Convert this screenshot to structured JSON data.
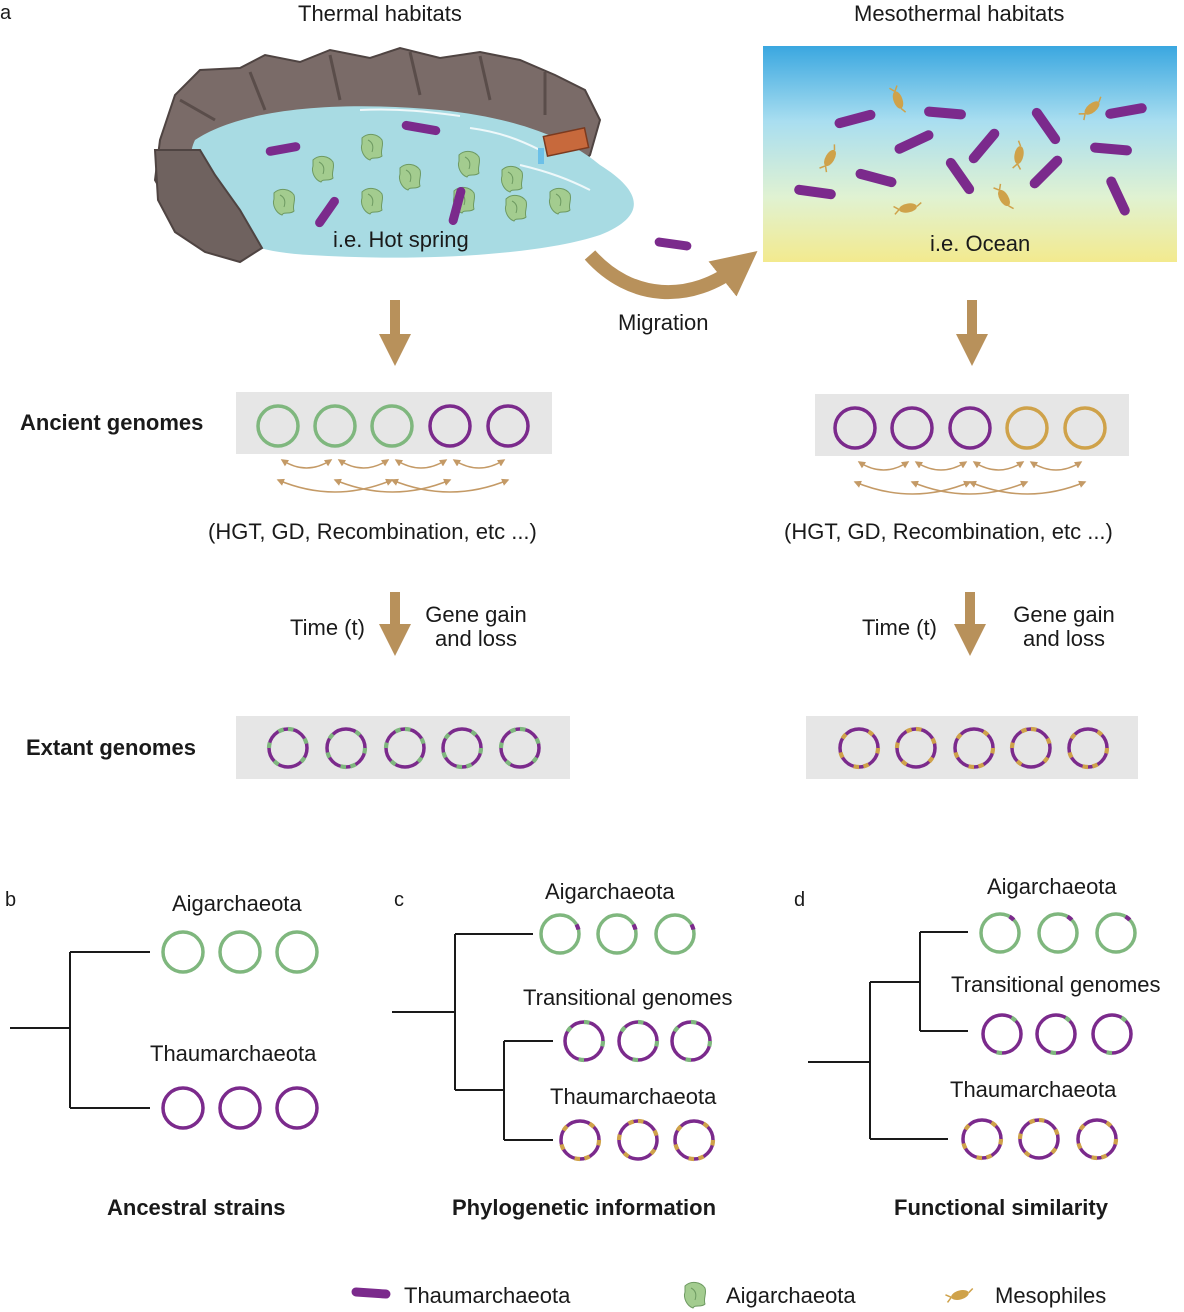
{
  "panel_letters": {
    "a": "a",
    "b": "b",
    "c": "c",
    "d": "d"
  },
  "panel_a": {
    "thermal_title": "Thermal habitats",
    "mesothermal_title": "Mesothermal habitats",
    "hot_spring": "i.e. Hot spring",
    "ocean": "i.e. Ocean",
    "migration": "Migration",
    "ancient_genomes": "Ancient genomes",
    "extant_genomes": "Extant genomes",
    "processes_left": "(HGT, GD, Recombination, etc ...)",
    "processes_right": "(HGT, GD, Recombination, etc ...)",
    "time_left": "Time (t)",
    "time_right": "Time (t)",
    "gene_gain_left": [
      "Gene gain",
      "and loss"
    ],
    "gene_gain_right": [
      "Gene gain",
      "and loss"
    ]
  },
  "panel_b": {
    "top_label": "Aigarchaeota",
    "bottom_label": "Thaumarchaeota",
    "title": "Ancestral strains"
  },
  "panel_c": {
    "top_label": "Aigarchaeota",
    "mid_label": "Transitional genomes",
    "bottom_label": "Thaumarchaeota",
    "title": "Phylogenetic information"
  },
  "panel_d": {
    "top_label": "Aigarchaeota",
    "mid_label": "Transitional genomes",
    "bottom_label": "Thaumarchaeota",
    "title": "Functional similarity"
  },
  "legend": {
    "thaum": "Thaumarchaeota",
    "aigar": "Aigarchaeota",
    "meso": "Mesophiles"
  },
  "colors": {
    "green": "#7fb77e",
    "purple": "#7b2a8c",
    "gold": "#cfa24a",
    "arrow": "#b8915b",
    "panel_bg": "#e6e6e6",
    "water": "#a8dbe3",
    "rock": "#7a6b68"
  }
}
